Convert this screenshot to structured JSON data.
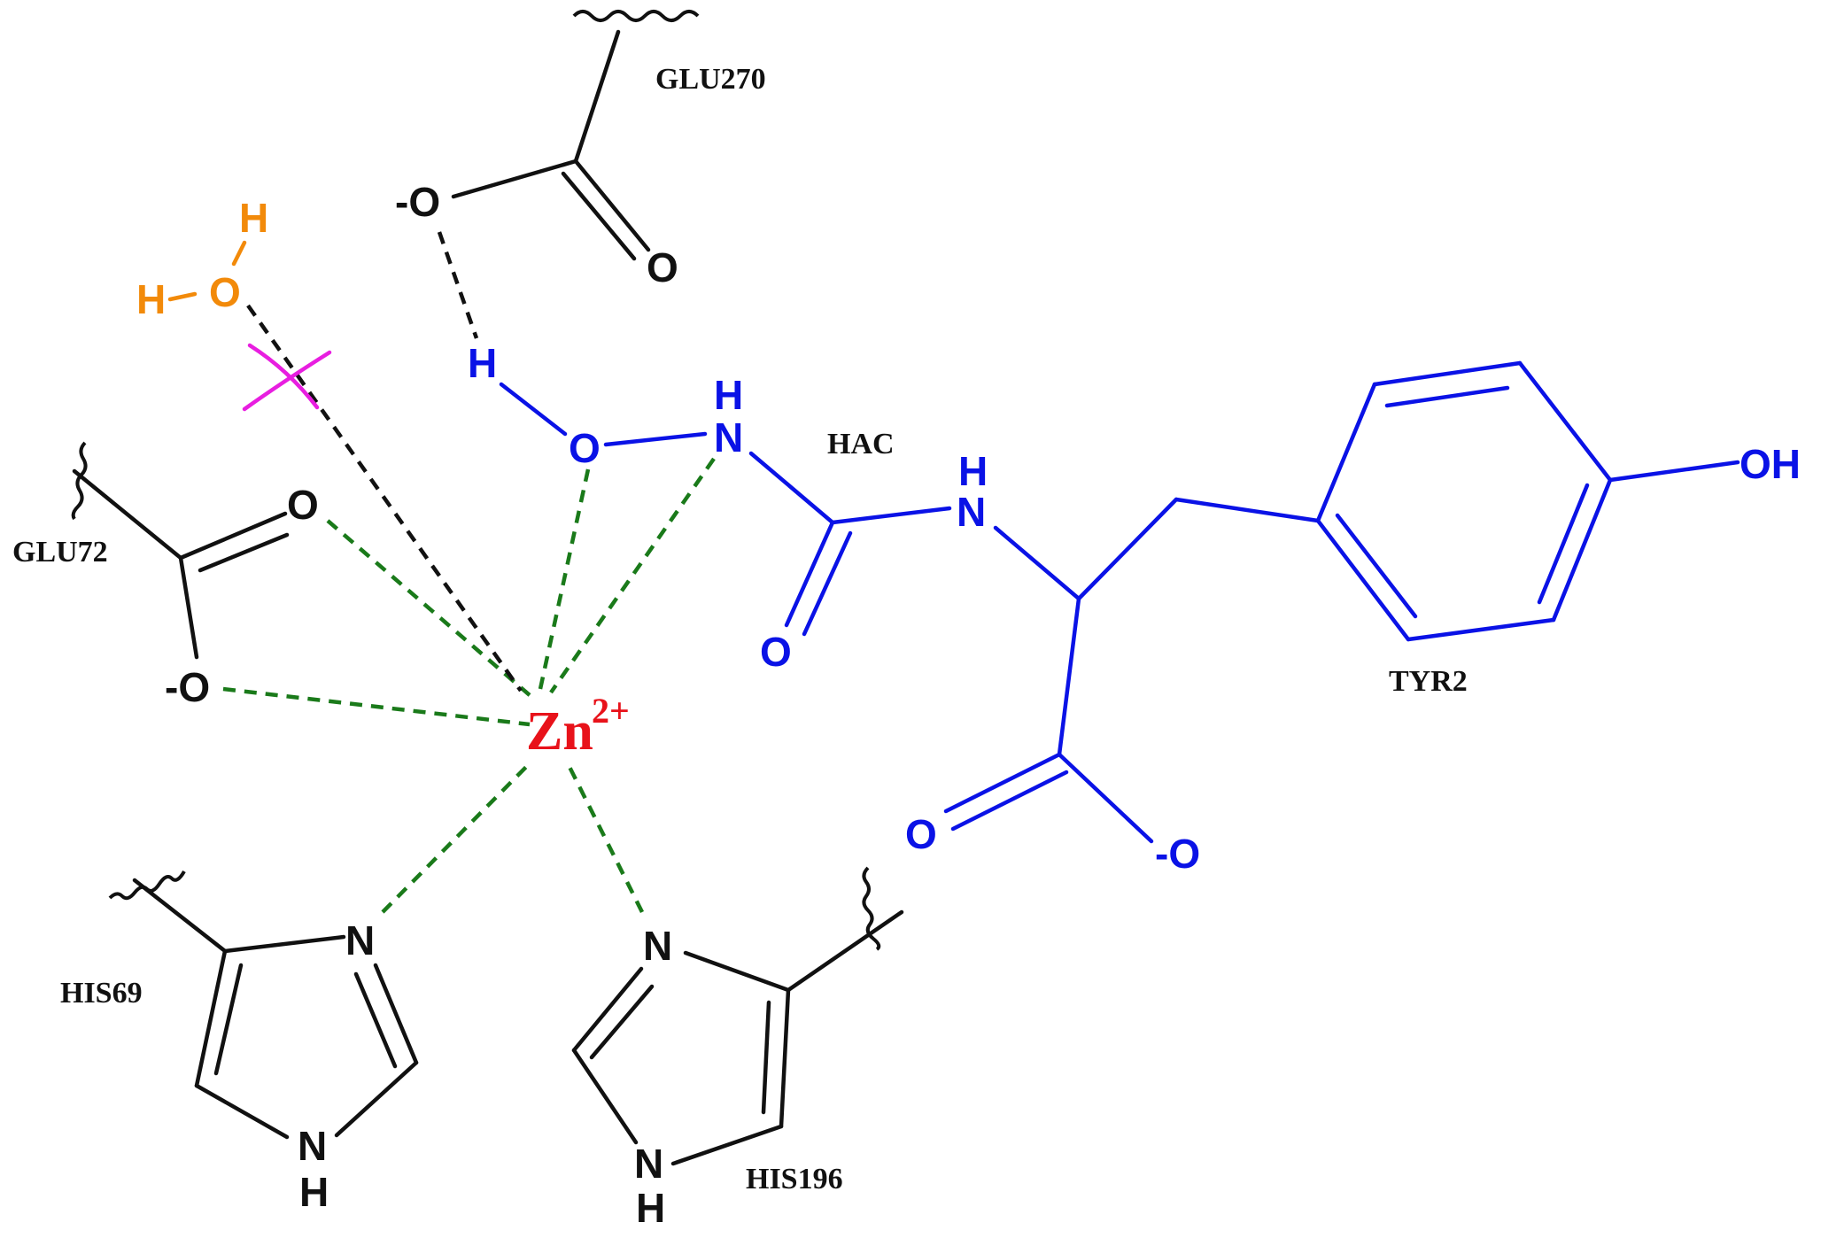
{
  "colors": {
    "black": "#111111",
    "ligand_blue": "#0a12e6",
    "zinc_red": "#e8121a",
    "water_orange": "#f28a0a",
    "clash_magenta": "#e81ee0",
    "coordination_green": "#1a7a1a"
  },
  "residues": {
    "glu270": "GLU270",
    "glu72": "GLU72",
    "his69": "HIS69",
    "his196": "HIS196",
    "hac": "HAC",
    "tyr2": "TYR2"
  },
  "metal": {
    "symbol": "Zn",
    "charge": "2+"
  },
  "atoms": {
    "glu270_o_minus": "-O",
    "glu270_o_double": "O",
    "glu72_o_double": "O",
    "glu72_o_minus": "-O",
    "water_h_top": "H",
    "water_h_left": "H",
    "water_o": "O",
    "hac_h": "H",
    "hac_o": "O",
    "hac_nh_h": "H",
    "hac_nh_n": "N",
    "urea_nh_h": "H",
    "urea_nh_n": "N",
    "urea_o": "O",
    "carboxyl_o_double": "O",
    "carboxyl_o_minus": "-O",
    "phenol_oh": "OH",
    "his69_n": "N",
    "his69_nh_n": "N",
    "his69_nh_h": "H",
    "his196_n": "N",
    "his196_nh_n": "N",
    "his196_nh_h": "H"
  }
}
